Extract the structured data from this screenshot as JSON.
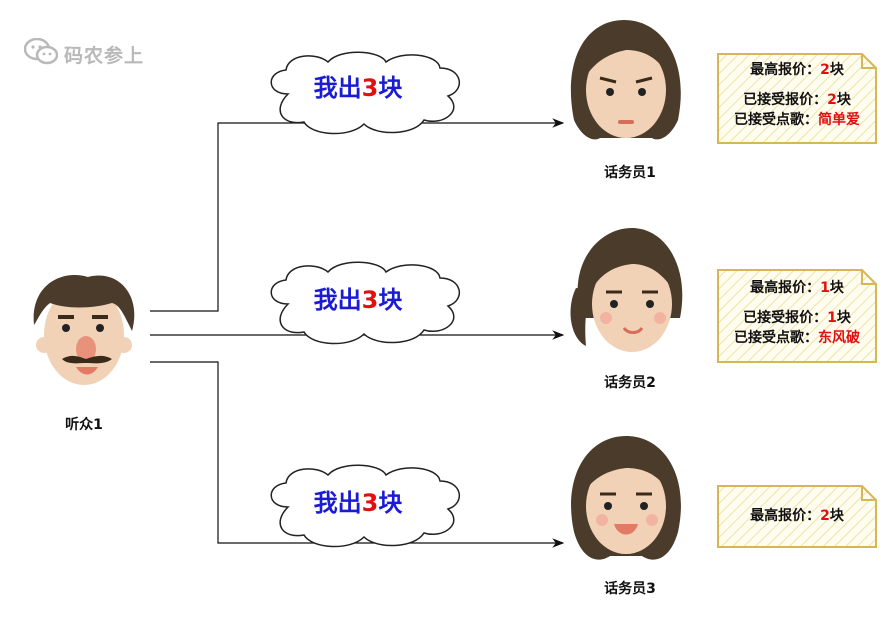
{
  "watermark": {
    "icon": "wechat-icon",
    "text": "码农参上"
  },
  "listener": {
    "name": "听众1"
  },
  "clouds": [
    {
      "prefix": "我出",
      "number": "3",
      "suffix": "块"
    },
    {
      "prefix": "我出",
      "number": "3",
      "suffix": "块"
    },
    {
      "prefix": "我出",
      "number": "3",
      "suffix": "块"
    }
  ],
  "operators": [
    {
      "name": "话务员1"
    },
    {
      "name": "话务员2"
    },
    {
      "name": "话务员3"
    }
  ],
  "notes": [
    {
      "max_bid_label": "最高报价：",
      "max_bid_value": "2",
      "max_bid_unit": "块",
      "accepted_bid_label": "已接受报价：",
      "accepted_bid_value": "2",
      "accepted_bid_unit": "块",
      "accepted_song_label": "已接受点歌：",
      "accepted_song_value": "简单爱"
    },
    {
      "max_bid_label": "最高报价：",
      "max_bid_value": "1",
      "max_bid_unit": "块",
      "accepted_bid_label": "已接受报价：",
      "accepted_bid_value": "1",
      "accepted_bid_unit": "块",
      "accepted_song_label": "已接受点歌：",
      "accepted_song_value": "东风破"
    },
    {
      "max_bid_label": "最高报价：",
      "max_bid_value": "2",
      "max_bid_unit": "块"
    }
  ],
  "colors": {
    "cloud_text": "#1b1bd6",
    "highlight": "#e01010",
    "note_border": "#d6b656",
    "note_fill": "#fffdf0"
  }
}
